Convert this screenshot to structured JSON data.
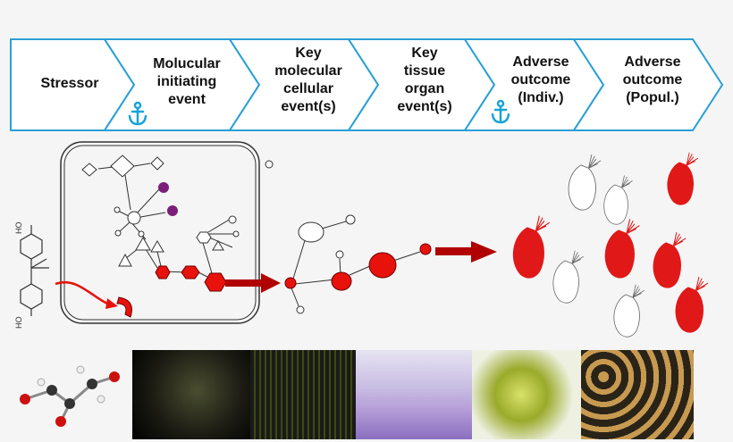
{
  "steps": [
    "Stressor",
    "Molucular\ninitiating\nevent",
    "Key\nmolecular\ncellular\nevent(s)",
    "Key\ntissue\norgan\nevent(s)",
    "Adverse\noutcome\n(Indiv.)",
    "Adverse\noutcome\n(Popul.)"
  ],
  "structure_labels": {
    "top_hydroxyl": "HO",
    "bottom_hydroxyl": "HO"
  },
  "colors": {
    "banner_stroke": "#2a9fd6",
    "banner_fill": "#ffffff",
    "anchor": "#1aa3d9",
    "hexagon_red": "#e8120c",
    "daphnia_red": "#e01818"
  },
  "icons": [
    "anchor-icon",
    "daphnia-icon",
    "hexagon-node-icon",
    "molecule-icon"
  ],
  "images": [
    "molecule-3d",
    "protein-structure",
    "dna-microarray",
    "histology-stain",
    "daphnia-microscope",
    "daphnia-population"
  ]
}
